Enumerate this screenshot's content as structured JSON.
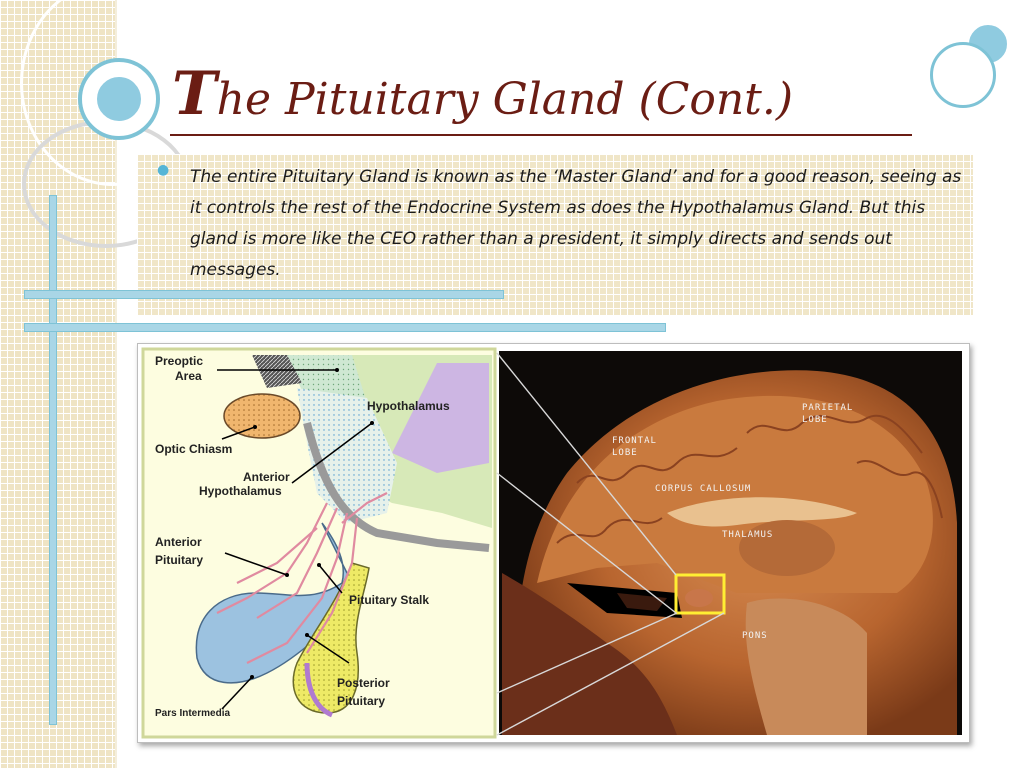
{
  "slide": {
    "title_initial": "T",
    "title_rest": "he Pituitary Gland (Cont.)",
    "bullet_text": "The entire Pituitary Gland is known as the ‘Master Gland’ and for a good reason, seeing as it controls the rest of the Endocrine System as does the Hypothalamus Gland.  But this gland is more like the CEO rather than a president, it simply directs and sends out messages."
  },
  "diagram_labels": {
    "preoptic_1": "Preoptic",
    "preoptic_2": "Area",
    "hypothalamus": "Hypothalamus",
    "optic_chiasm": "Optic Chiasm",
    "anterior_hypo_1": "Anterior",
    "anterior_hypo_2": "Hypothalamus",
    "anterior_pit_1": "Anterior",
    "anterior_pit_2": "Pituitary",
    "pituitary_stalk": "Pituitary Stalk",
    "posterior_pit_1": "Posterior",
    "posterior_pit_2": "Pituitary",
    "pars_intermedia": "Pars Intermedia"
  },
  "brain_labels": {
    "parietal_1": "PARIETAL",
    "parietal_2": "LOBE",
    "frontal_1": "FRONTAL",
    "frontal_2": "LOBE",
    "corpus_callosum": "CORPUS CALLOSUM",
    "thalamus": "THALAMUS",
    "pons": "PONS"
  },
  "colors": {
    "title": "#6b1d14",
    "accent_blue": "#7ec3d6",
    "panel_beige": "#efe4c4"
  }
}
